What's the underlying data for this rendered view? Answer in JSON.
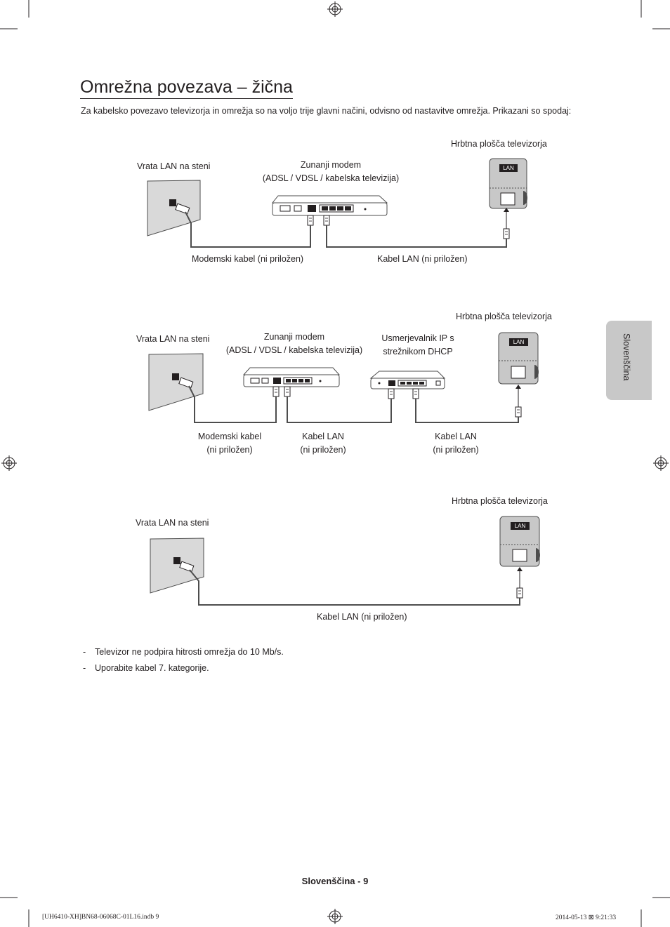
{
  "page": {
    "title": "Omrežna povezava – žična",
    "intro": "Za kabelsko povezavo televizorja in omrežja so na voljo trije glavni načini, odvisno od nastavitve omrežja. Prikazani so spodaj:",
    "side_tab": "Slovenščina"
  },
  "diagram1": {
    "tv_panel_label": "Hrbtna plošča televizorja",
    "wall_label": "Vrata LAN na steni",
    "modem_label_1": "Zunanji modem",
    "modem_label_2": "(ADSL / VDSL / kabelska televizija)",
    "cable_modem_label": "Modemski kabel (ni priložen)",
    "cable_lan_label": "Kabel LAN (ni priložen)",
    "lan_port": "LAN"
  },
  "diagram2": {
    "tv_panel_label": "Hrbtna plošča televizorja",
    "wall_label": "Vrata LAN na steni",
    "modem_label_1": "Zunanji modem",
    "modem_label_2": "(ADSL / VDSL / kabelska televizija)",
    "router_label_1": "Usmerjevalnik IP s",
    "router_label_2": "strežnikom DHCP",
    "cable1_line1": "Modemski kabel",
    "cable1_line2": "(ni priložen)",
    "cable2_line1": "Kabel LAN",
    "cable2_line2": "(ni priložen)",
    "cable3_line1": "Kabel LAN",
    "cable3_line2": "(ni priložen)",
    "lan_port": "LAN"
  },
  "diagram3": {
    "tv_panel_label": "Hrbtna plošča televizorja",
    "wall_label": "Vrata LAN na steni",
    "cable_lan_label": "Kabel LAN (ni priložen)",
    "lan_port": "LAN"
  },
  "notes": [
    {
      "dash": "-",
      "text": "Televizor ne podpira hitrosti omrežja do 10 Mb/s."
    },
    {
      "dash": "-",
      "text": "Uporabite kabel 7. kategorije."
    }
  ],
  "footer": {
    "page_label": "Slovenščina - 9",
    "file_info": "[UH6410-XH]BN68-06068C-01L16.indb   9",
    "date_info": "2014-05-13   ⊠ 9:21:33"
  },
  "colors": {
    "line": "#4d4d4d",
    "panel_gray": "#c8c8c8",
    "wall_fill": "#d9d9d9"
  }
}
